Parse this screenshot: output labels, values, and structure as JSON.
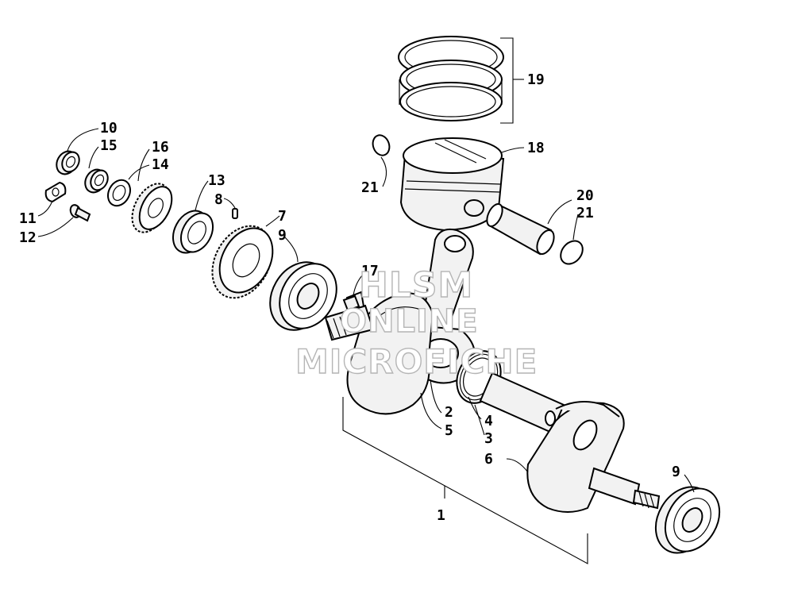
{
  "watermark": {
    "line1": "HLSM",
    "line2": "ONLINE",
    "line3": "MICROFICHE"
  },
  "callouts": {
    "c1": "1",
    "c2": "2",
    "c3": "3",
    "c4": "4",
    "c5": "5",
    "c6": "6",
    "c7": "7",
    "c8": "8",
    "c9a": "9",
    "c9b": "9",
    "c10": "10",
    "c11": "11",
    "c12": "12",
    "c13": "13",
    "c14": "14",
    "c15": "15",
    "c16": "16",
    "c17": "17",
    "c18": "18",
    "c19": "19",
    "c20": "20",
    "c21a": "21",
    "c21b": "21"
  }
}
